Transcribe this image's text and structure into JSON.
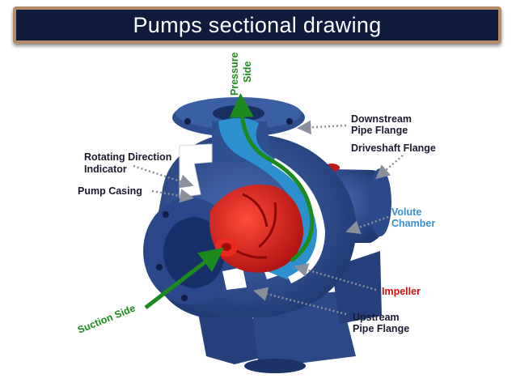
{
  "title": "Pumps sectional drawing",
  "labels": {
    "pressure_side": [
      "Pressure",
      "Side"
    ],
    "downstream_flange": [
      "Downstream",
      "Pipe Flange"
    ],
    "driveshaft_flange": "Driveshaft Flange",
    "rotating_direction": [
      "Rotating Direction",
      "Indicator"
    ],
    "pump_casing": "Pump Casing",
    "volute_chamber": [
      "Volute",
      "Chamber"
    ],
    "impeller": "Impeller",
    "suction_side": "Suction Side",
    "upstream_flange": [
      "Upstream",
      "Pipe Flange"
    ]
  },
  "colors": {
    "title_bg": "#0f1a3d",
    "title_border": "#b58a66",
    "pump_body": "#2f4f8f",
    "volute": "#2c8fce",
    "impeller": "#d42020",
    "flow_arrow": "#1c8a1c",
    "label_dark": "#1a1a2e",
    "label_blue": "#3b8fd0",
    "label_red": "#d01010",
    "label_green": "#1c8a1c"
  }
}
